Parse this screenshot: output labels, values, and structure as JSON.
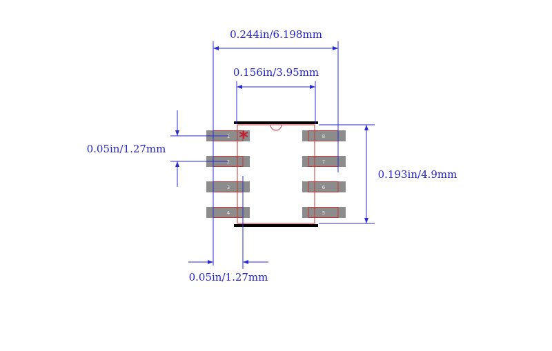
{
  "dimensions": {
    "overall_width": "0.244in/6.198mm",
    "body_width": "0.156in/3.95mm",
    "pitch_left": "0.05in/1.27mm",
    "body_height": "0.193in/4.9mm",
    "pad_width": "0.05in/1.27mm"
  },
  "pins": {
    "left": [
      "1",
      "2",
      "3",
      "4"
    ],
    "right": [
      "8",
      "7",
      "6",
      "5"
    ]
  },
  "pin1_marker": "*",
  "colors": {
    "dimension": "#2a2ad4",
    "outline": "#c83232",
    "pad": "#8c8c8c",
    "body_edge": "#000000"
  }
}
